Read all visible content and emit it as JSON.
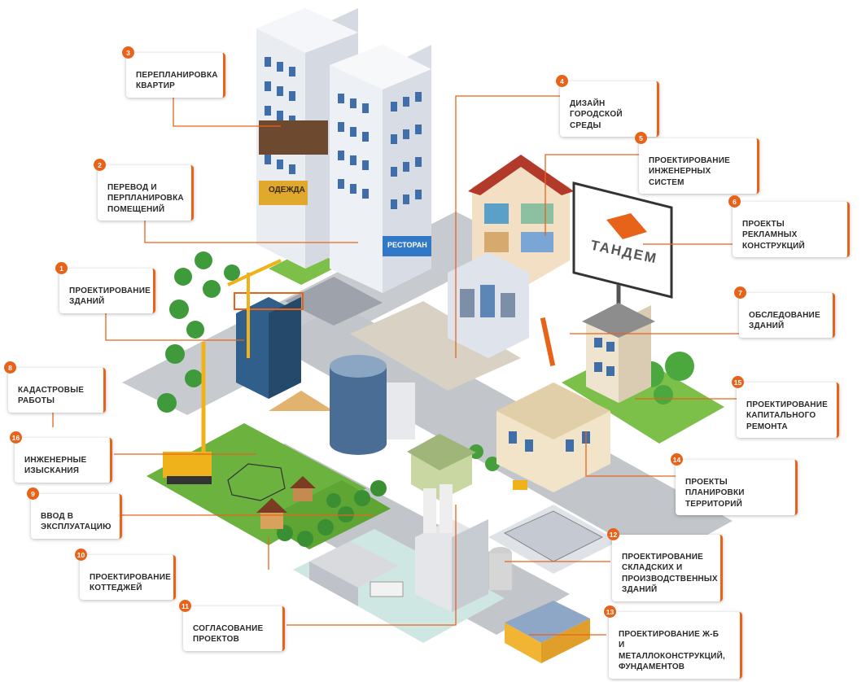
{
  "labels": [
    {
      "num": "3",
      "text": "ПЕРЕПЛАНИРОВКА\nКВАРТИР"
    },
    {
      "num": "2",
      "text": "ПЕРЕВОД И\nПЕРПЛАНИРОВКА\nПОМЕЩЕНИЙ"
    },
    {
      "num": "1",
      "text": "ПРОЕКТИРОВАНИЕ\nЗДАНИЙ"
    },
    {
      "num": "8",
      "text": "КАДАСТРОВЫЕ\nРАБОТЫ"
    },
    {
      "num": "16",
      "text": "ИНЖЕНЕРНЫЕ\nИЗЫСКАНИЯ"
    },
    {
      "num": "9",
      "text": "ВВОД В\nЭКСПЛУАТАЦИЮ"
    },
    {
      "num": "10",
      "text": "ПРОЕКТИРОВАНИЕ\nКОТТЕДЖЕЙ"
    },
    {
      "num": "11",
      "text": "СОГЛАСОВАНИЕ\nПРОЕКТОВ"
    },
    {
      "num": "4",
      "text": "ДИЗАЙН\nГОРОДСКОЙ СРЕДЫ"
    },
    {
      "num": "5",
      "text": "ПРОЕКТИРОВАНИЕ\nИНЖЕНЕРНЫХ СИСТЕМ"
    },
    {
      "num": "6",
      "text": "ПРОЕКТЫ РЕКЛАМНЫХ\nКОНСТРУКЦИЙ"
    },
    {
      "num": "7",
      "text": "ОБСЛЕДОВАНИЕ\nЗДАНИЙ"
    },
    {
      "num": "15",
      "text": "ПРОЕКТИРОВАНИЕ\nКАПИТАЛЬНОГО\nРЕМОНТА"
    },
    {
      "num": "14",
      "text": "ПРОЕКТЫ ПЛАНИРОВКИ\nТЕРРИТОРИЙ"
    },
    {
      "num": "12",
      "text": "ПРОЕКТИРОВАНИЕ\nСКЛАДСКИХ И\nПРОИЗВОДСТВЕННЫХ\nЗДАНИЙ"
    },
    {
      "num": "13",
      "text": "ПРОЕКТИРОВАНИЕ Ж-Б\nИ МЕТАЛЛОКОНСТРУКЦИЙ,\nФУНДАМЕНТОВ"
    }
  ],
  "signs": {
    "clothing": "ОДЕЖДА",
    "restaurant": "РЕСТОРАН",
    "billboard_brand": "ТАНДЕМ"
  },
  "colors": {
    "accent": "#e8631a",
    "label_text": "#2b2b2b",
    "grass": "#6bb33e",
    "road": "#b9bcc1",
    "building": "#e9ecf1",
    "window": "#3f6ea8"
  }
}
